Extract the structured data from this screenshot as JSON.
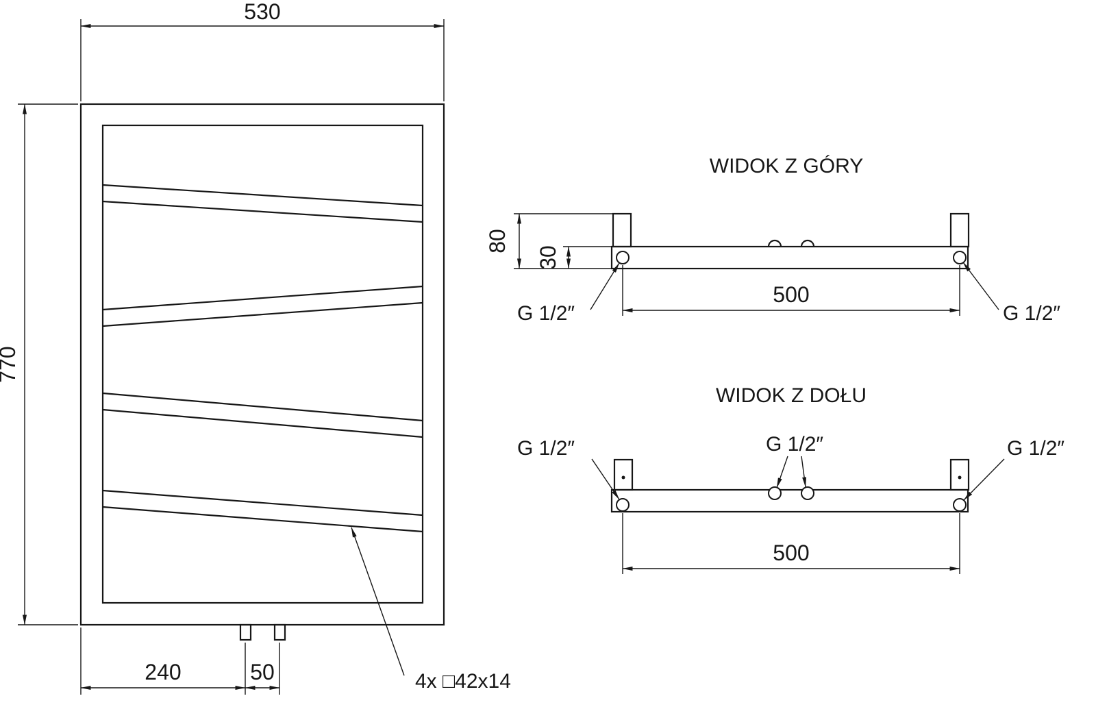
{
  "drawing": {
    "front_view": {
      "dim_width": "530",
      "dim_height": "770",
      "dim_bottom_offset": "240",
      "dim_pipe_spacing": "50",
      "profile_note": "4x □42x14"
    },
    "top_view": {
      "title": "WIDOK Z GÓRY",
      "dim_total_depth": "80",
      "dim_bar_depth": "30",
      "dim_connection_span": "500",
      "thread_left": "G 1/2″",
      "thread_right": "G 1/2″"
    },
    "bottom_view": {
      "title": "WIDOK Z DOŁU",
      "dim_connection_span": "500",
      "thread_left": "G 1/2″",
      "thread_center": "G 1/2″",
      "thread_right": "G 1/2″"
    }
  }
}
